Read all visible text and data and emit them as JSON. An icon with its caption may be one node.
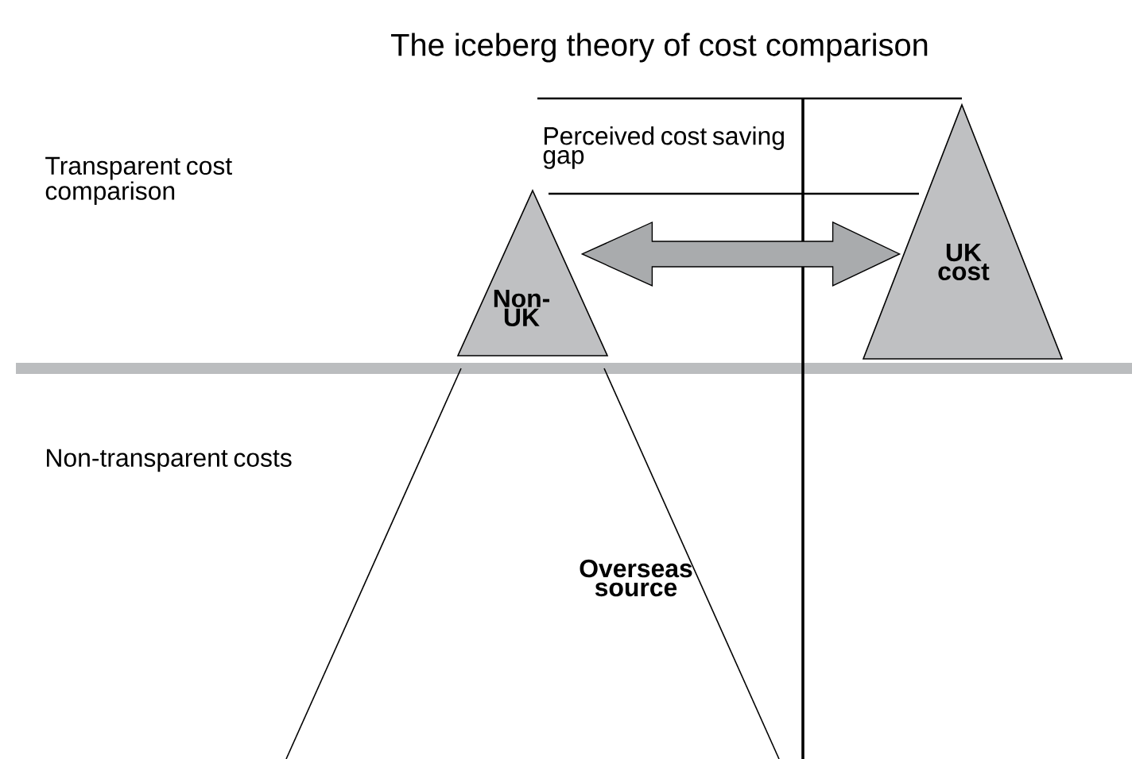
{
  "diagram": {
    "title": "The iceberg theory of cost comparison",
    "nodes": [
      {
        "text": [
          "Non-UK"
        ]
      },
      {
        "text": [
          "UK cost"
        ]
      },
      {
        "text": [
          "Overseas source"
        ]
      }
    ],
    "edges": [
      {
        "from": 0,
        "to": 1,
        "arrow": "both"
      }
    ],
    "labels": [
      "Perceived cost saving gap",
      "Transparent cost comparison",
      "Non-transparent costs"
    ]
  }
}
